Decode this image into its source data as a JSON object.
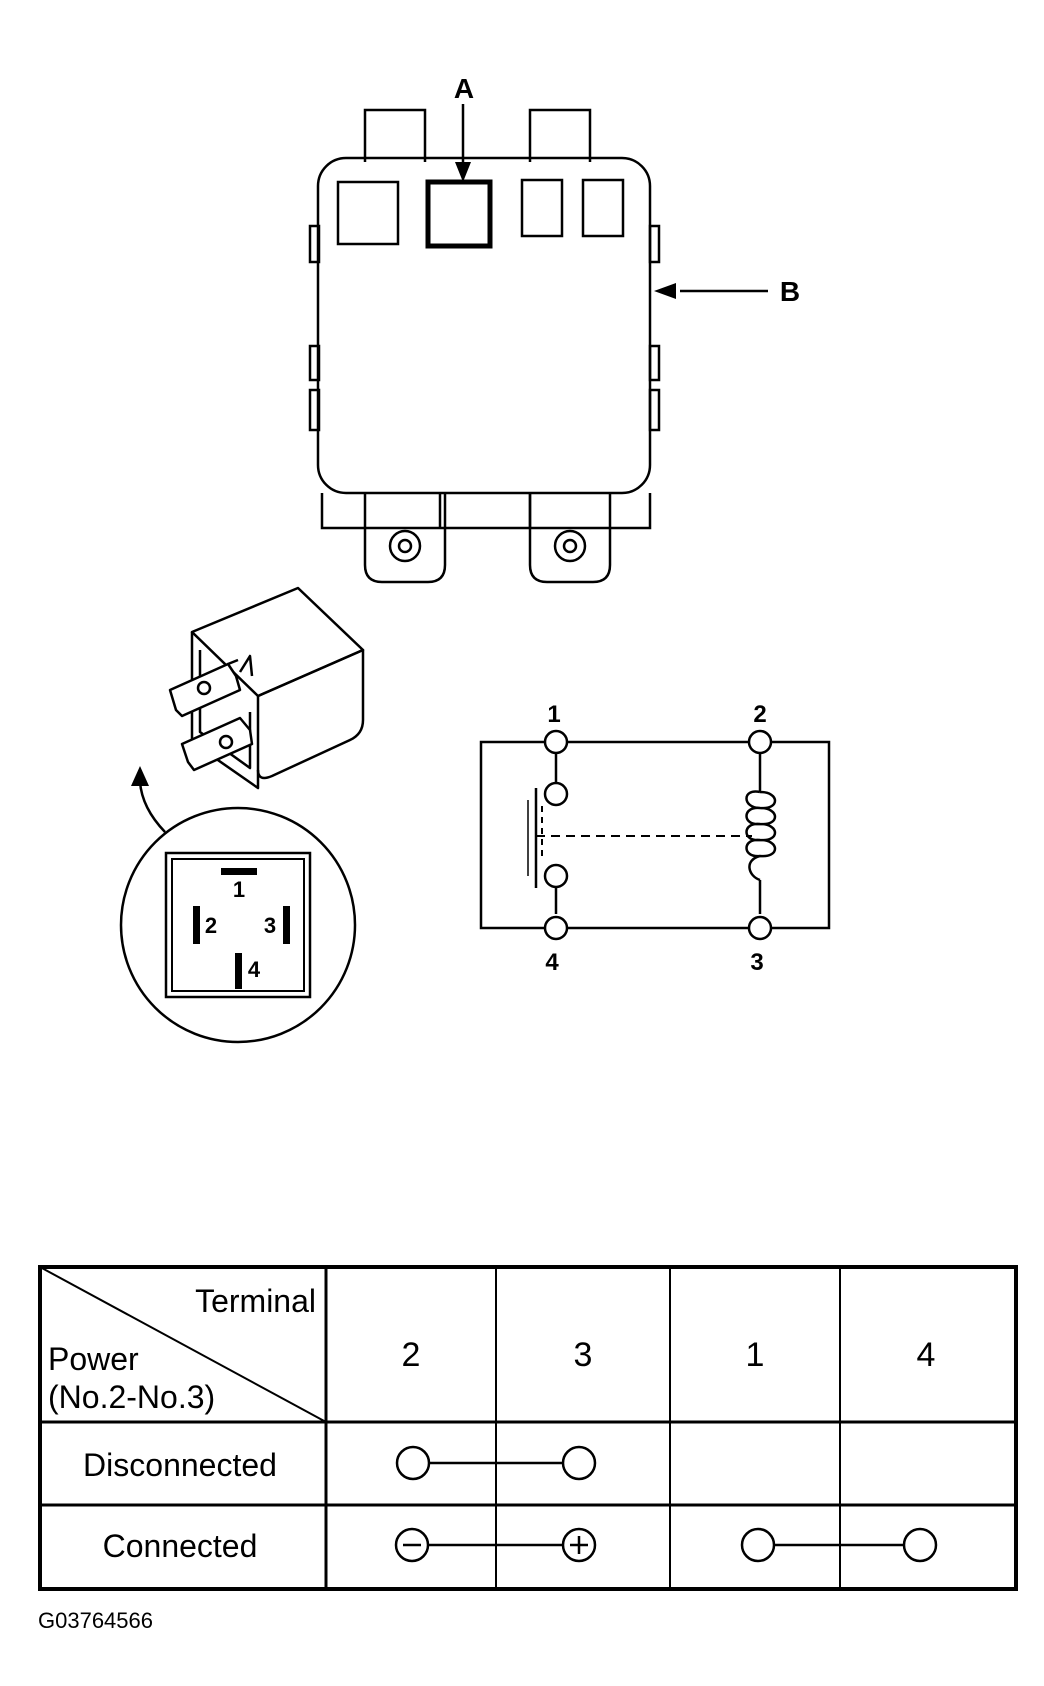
{
  "fuse_box": {
    "label_a": "A",
    "label_b": "B"
  },
  "relay_pinout": {
    "pins": [
      "1",
      "2",
      "3",
      "4"
    ]
  },
  "schematic": {
    "pins": [
      "1",
      "2",
      "3",
      "4"
    ]
  },
  "table": {
    "corner_top": "Terminal",
    "corner_bottom_line1": "Power",
    "corner_bottom_line2": "(No.2-No.3)",
    "columns": [
      "2",
      "3",
      "1",
      "4"
    ],
    "rows": [
      {
        "label": "Disconnected",
        "connections": [
          {
            "from": "2",
            "to": "3"
          }
        ]
      },
      {
        "label": "Connected",
        "connections": [
          {
            "from": "2",
            "to": "3",
            "polarity_from": "−",
            "polarity_to": "+"
          },
          {
            "from": "1",
            "to": "4"
          }
        ]
      }
    ]
  },
  "figure_id": "G03764566"
}
